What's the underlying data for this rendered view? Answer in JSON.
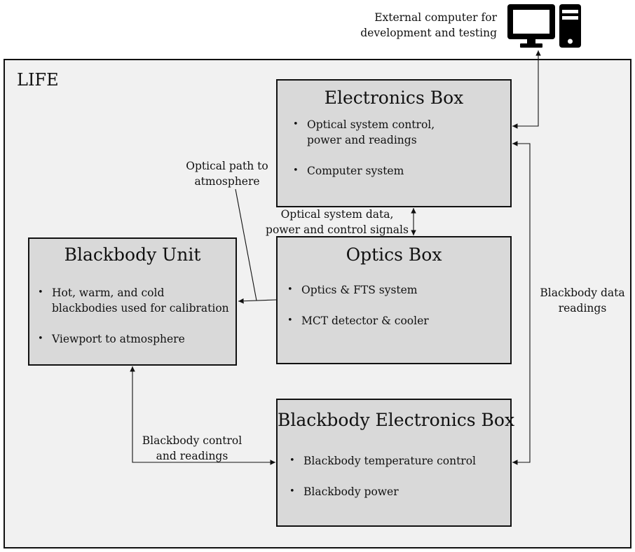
{
  "system_label": "LIFE",
  "external_computer": {
    "caption_line1": "External computer for",
    "caption_line2": "development and testing",
    "icon": "desktop-computer-icon"
  },
  "boxes": {
    "electronics": {
      "title": "Electronics Box",
      "items": [
        "Optical system control,",
        "power and readings",
        "Computer system"
      ]
    },
    "optics": {
      "title": "Optics Box",
      "items": [
        "Optics & FTS system",
        "MCT detector & cooler"
      ]
    },
    "blackbody_unit": {
      "title": "Blackbody Unit",
      "items": [
        "Hot, warm, and cold",
        "blackbodies used for calibration",
        "Viewport to atmosphere"
      ]
    },
    "bb_electronics": {
      "title": "Blackbody Electronics Box",
      "items": [
        "Blackbody temperature control",
        "Blackbody power"
      ]
    }
  },
  "connections": {
    "optical_path": [
      "Optical path to",
      "atmosphere"
    ],
    "optical_data": [
      "Optical system data,",
      "power and control signals"
    ],
    "bb_data": [
      "Blackbody data",
      "readings"
    ],
    "bb_control": [
      "Blackbody control",
      "and readings"
    ]
  },
  "colors": {
    "outer_fill": "#f1f1f1",
    "box_fill": "#d9d9d9",
    "line": "#111111"
  }
}
